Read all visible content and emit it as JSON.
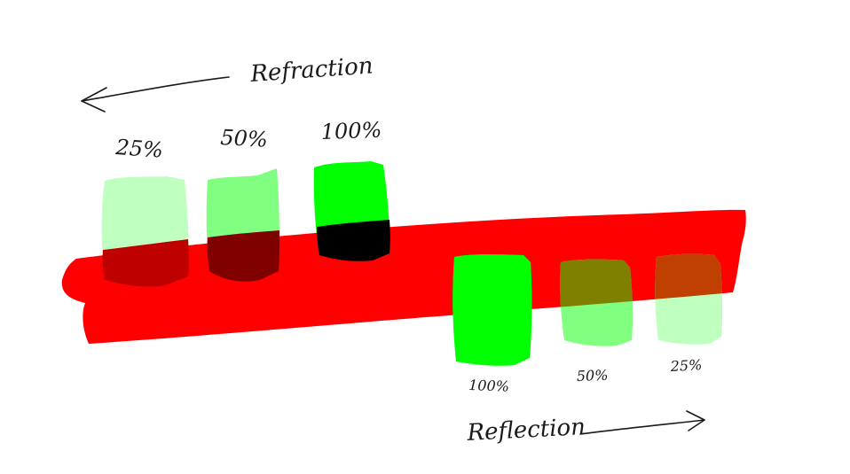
{
  "colors": {
    "background": "#ffffff",
    "band": "#ff0000",
    "swatch": "#00ff00",
    "ink": "#1a1a1a"
  },
  "labels": {
    "refraction": "Refraction",
    "reflection": "Reflection"
  },
  "refraction_swatches": [
    {
      "label": "25%",
      "opacity": 0.25
    },
    {
      "label": "50%",
      "opacity": 0.5
    },
    {
      "label": "100%",
      "opacity": 1.0
    }
  ],
  "reflection_swatches": [
    {
      "label": "100%",
      "opacity": 1.0
    },
    {
      "label": "50%",
      "opacity": 0.5
    },
    {
      "label": "25%",
      "opacity": 0.25
    }
  ]
}
